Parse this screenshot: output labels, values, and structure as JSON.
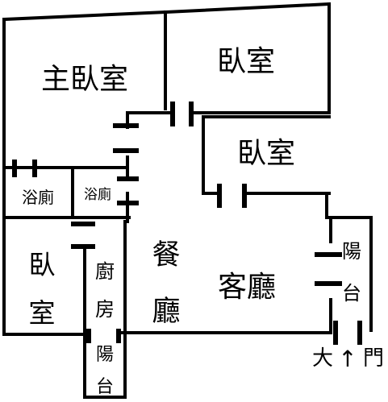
{
  "floor_plan": {
    "rooms": {
      "master_bedroom": "主臥室",
      "bedroom_top_right": "臥室",
      "bedroom_middle_right": "臥室",
      "bathroom_left": "浴廁",
      "bathroom_right": "浴廁",
      "bedroom_bottom_left": [
        "臥",
        "室"
      ],
      "kitchen": [
        "廚",
        "房"
      ],
      "balcony_bottom": [
        "陽",
        "台"
      ],
      "dining_room": [
        "餐",
        "廳"
      ],
      "living_room": "客廳",
      "balcony_right": [
        "陽",
        "台"
      ]
    },
    "entrance": {
      "left_char": "大",
      "arrow": "↑",
      "right_char": "門"
    },
    "colors": {
      "line": "#000000",
      "background": "#ffffff"
    }
  }
}
